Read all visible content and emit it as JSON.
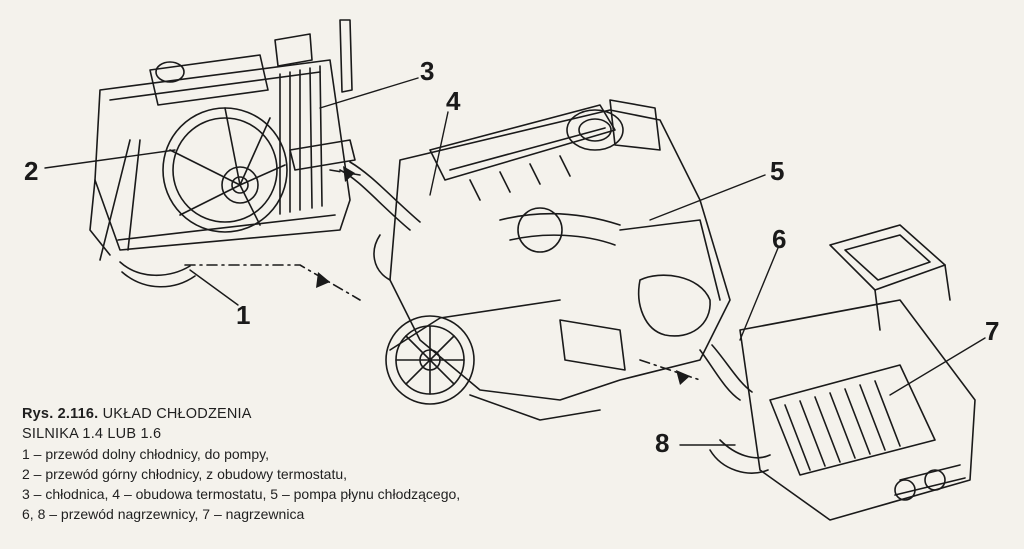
{
  "caption": {
    "figure_ref": "Rys. 2.116.",
    "title_part1": "UKŁAD CHŁODZENIA",
    "title_part2": "SILNIKA 1.4 LUB 1.6",
    "legend": [
      "1 – przewód dolny chłodnicy, do pompy,",
      "2 – przewód górny chłodnicy, z obudowy termostatu,",
      "3 – chłodnica, 4 – obudowa termostatu, 5 – pompa płynu chłodzącego,",
      "6, 8 – przewód nagrzewnicy, 7 – nagrzewnica"
    ]
  },
  "callouts": [
    {
      "label": "1"
    },
    {
      "label": "2"
    },
    {
      "label": "3"
    },
    {
      "label": "4"
    },
    {
      "label": "5"
    },
    {
      "label": "6"
    },
    {
      "label": "7"
    },
    {
      "label": "8"
    }
  ],
  "colors": {
    "ink": "#1a1a1a",
    "paper": "#f4f2ec"
  }
}
